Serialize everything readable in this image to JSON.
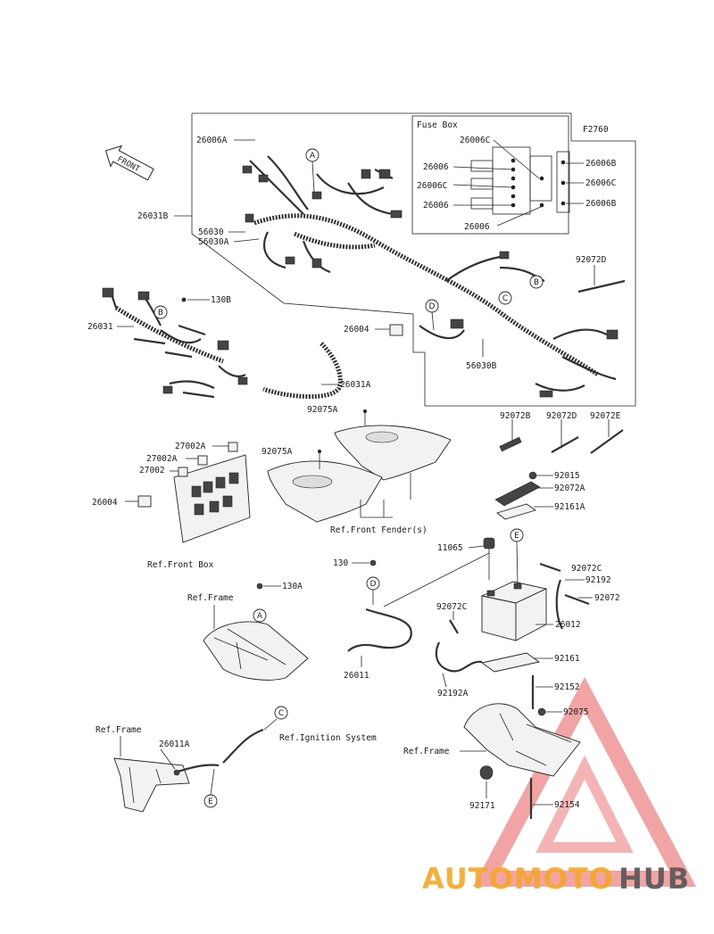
{
  "diagram_code": "F2760",
  "fuse_box_title": "Fuse Box",
  "front_label": "FRONT",
  "callouts": {
    "A": "A",
    "B": "B",
    "C": "C",
    "D": "D",
    "E": "E"
  },
  "labels": {
    "p26006A": "26006A",
    "p26031B": "26031B",
    "p56030": "56030",
    "p56030A": "56030A",
    "p130B": "130B",
    "p26031": "26031",
    "p26004_top": "26004",
    "p56030B": "56030B",
    "p26031A": "26031A",
    "p92072D_top": "92072D",
    "p26006C_a": "26006C",
    "p26006_a": "26006",
    "p26006C_b": "26006C",
    "p26006_b": "26006",
    "p26006_c": "26006",
    "p26006B_a": "26006B",
    "p26006C_c": "26006C",
    "p26006B_b": "26006B",
    "p92072B": "92072B",
    "p92072D": "92072D",
    "p92072E": "92072E",
    "p92075A_a": "92075A",
    "p92075A_b": "92075A",
    "p27002A_a": "27002A",
    "p27002A_b": "27002A",
    "p27002": "27002",
    "p26004_mid": "26004",
    "ref_front_fender": "Ref.Front Fender(s)",
    "ref_front_box": "Ref.Front Box",
    "p92015": "92015",
    "p92072A": "92072A",
    "p92161A": "92161A",
    "p11065": "11065",
    "p130": "130",
    "p130A": "130A",
    "ref_frame_a": "Ref.Frame",
    "p92072C_a": "92072C",
    "p92192": "92192",
    "p92072": "92072",
    "p92072C_b": "92072C",
    "p26012": "26012",
    "p26011": "26011",
    "p92161": "92161",
    "p92192A": "92192A",
    "p92152": "92152",
    "p92075": "92075",
    "ref_frame_b": "Ref.Frame",
    "p26011A": "26011A",
    "ref_ignition": "Ref.Ignition System",
    "ref_frame_c": "Ref.Frame",
    "p92171": "92171",
    "p92154": "92154"
  },
  "watermark": {
    "part1": "AUTOMOTO",
    "part2": "HUB",
    "color1": "#f5a623",
    "color2": "#555555",
    "triangle_color": "#e23b3b"
  }
}
